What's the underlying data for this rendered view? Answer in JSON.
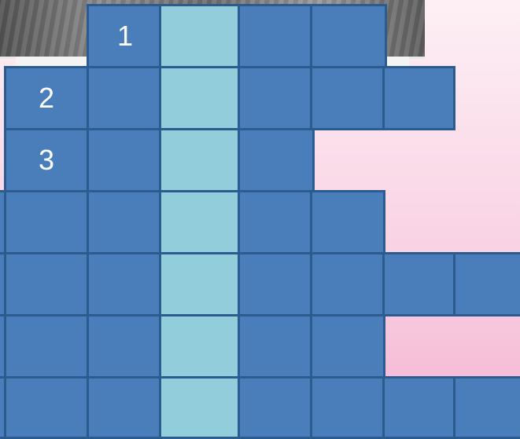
{
  "puzzle": {
    "rows": [
      {
        "number": "1"
      },
      {
        "number": "2"
      },
      {
        "number": "3"
      },
      {
        "number": ""
      },
      {
        "number": ""
      },
      {
        "number": ""
      },
      {
        "number": ""
      }
    ],
    "colors": {
      "cell": "#4a7ebb",
      "key_column": "#92cddc",
      "border": "#2c5b8f",
      "background_top": "#fdf0f5",
      "background_bottom": "#f4b4d2"
    }
  }
}
